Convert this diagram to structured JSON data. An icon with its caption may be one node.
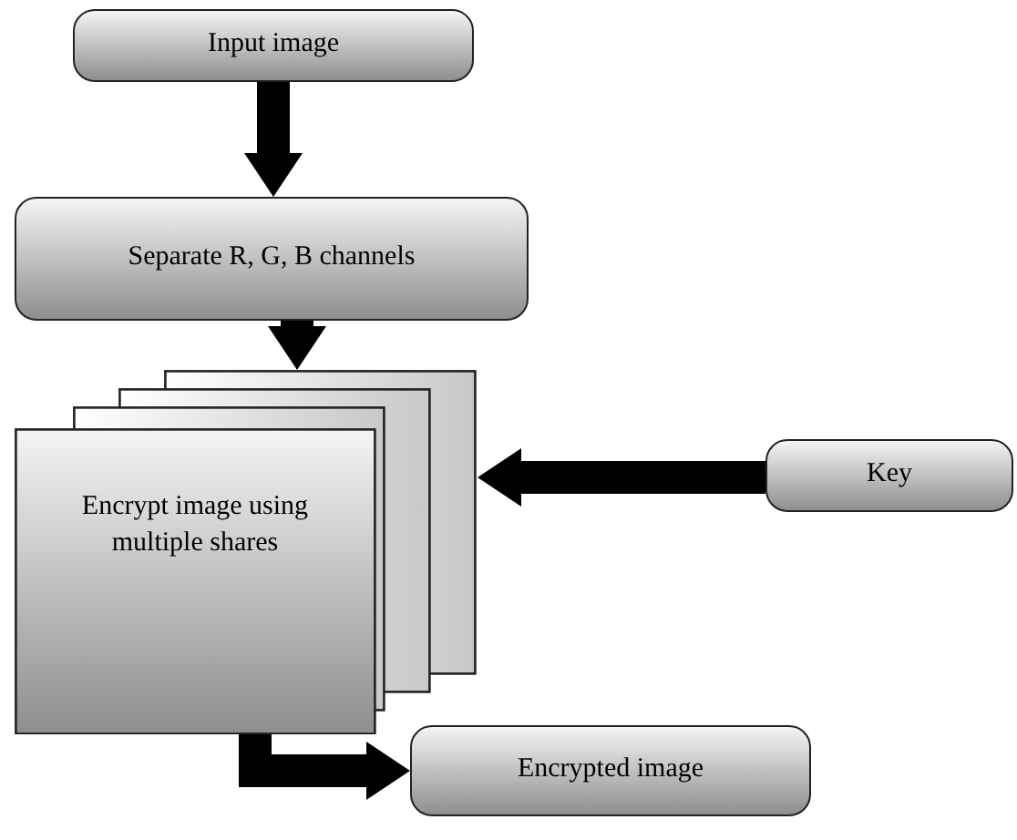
{
  "diagram": {
    "nodes": [
      {
        "text": [
          "Input image"
        ]
      },
      {
        "text": [
          "Separate R, G, B channels"
        ]
      },
      {
        "text": [
          "Encrypt image using multiple shares"
        ]
      },
      {
        "text": [
          "Key"
        ]
      },
      {
        "text": [
          "Encrypted image"
        ]
      }
    ],
    "edges": [
      {
        "from": 0,
        "to": 1,
        "arrow": "to"
      },
      {
        "from": 1,
        "to": 2,
        "arrow": "to"
      },
      {
        "from": 3,
        "to": 2,
        "arrow": "to"
      },
      {
        "from": 2,
        "to": 4,
        "arrow": "to"
      }
    ]
  }
}
